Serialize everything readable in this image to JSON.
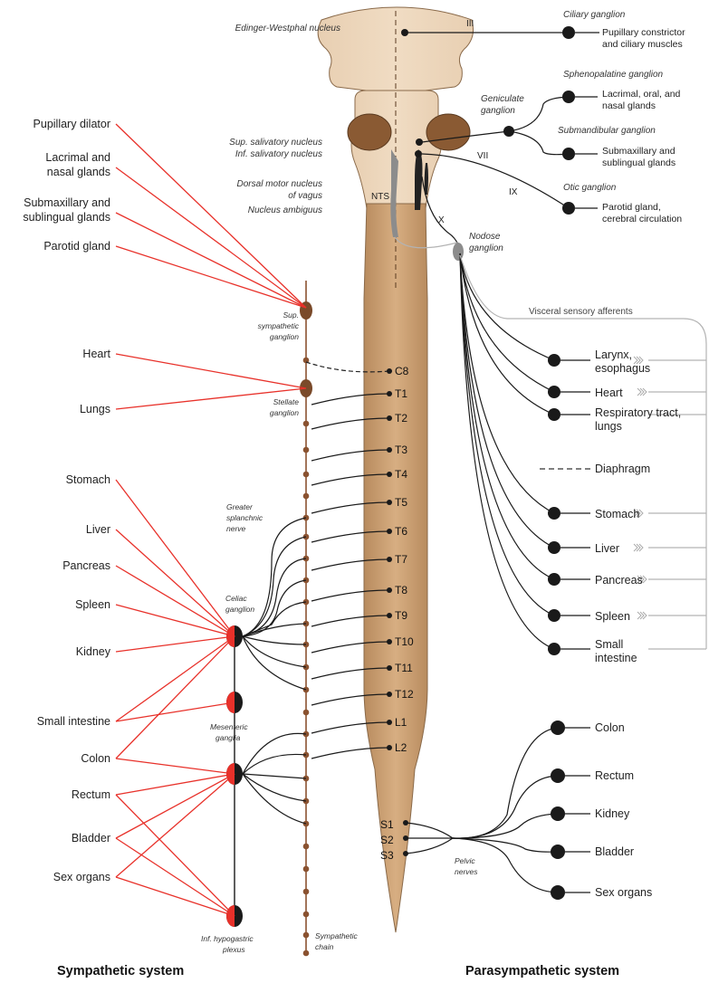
{
  "titles": {
    "sympathetic": "Sympathetic system",
    "parasympathetic": "Parasympathetic system"
  },
  "brainstem_labels": {
    "edinger": "Edinger-Westphal nucleus",
    "sup_salivatory": "Sup. salivatory nucleus",
    "inf_salivatory": "Inf. salivatory nucleus",
    "dorsal_motor_1": "Dorsal motor nucleus",
    "dorsal_motor_2": "of vagus",
    "nucleus_ambiguus": "Nucleus ambiguus",
    "nts": "NTS"
  },
  "cranial_nerves": {
    "III": "III",
    "VII": "VII",
    "IX": "IX",
    "X": "X"
  },
  "cranial_ganglia": {
    "ciliary": "Ciliary ganglion",
    "ciliary_target_1": "Pupillary constrictor",
    "ciliary_target_2": "and ciliary muscles",
    "geniculate_1": "Geniculate",
    "geniculate_2": "ganglion",
    "sphenopalatine": "Sphenopalatine ganglion",
    "spheno_target_1": "Lacrimal, oral, and",
    "spheno_target_2": "nasal glands",
    "submandibular": "Submandibular ganglion",
    "submand_target_1": "Submaxillary and",
    "submand_target_2": "sublingual glands",
    "otic": "Otic ganglion",
    "otic_target_1": "Parotid gland,",
    "otic_target_2": "cerebral circulation",
    "nodose_1": "Nodose",
    "nodose_2": "ganglion"
  },
  "visceral_sensory": "Visceral sensory afferents",
  "vagal_targets": {
    "larynx_1": "Larynx,",
    "larynx_2": "esophagus",
    "heart": "Heart",
    "resp_1": "Respiratory tract,",
    "resp_2": "lungs",
    "diaphragm": "Diaphragm",
    "stomach": "Stomach",
    "liver": "Liver",
    "pancreas": "Pancreas",
    "spleen": "Spleen",
    "small_int_1": "Small",
    "small_int_2": "intestine"
  },
  "pelvic_targets": {
    "colon": "Colon",
    "rectum": "Rectum",
    "kidney": "Kidney",
    "bladder": "Bladder",
    "sex_organs": "Sex organs",
    "pelvic_nerves_1": "Pelvic",
    "pelvic_nerves_2": "nerves"
  },
  "sympathetic_targets": {
    "pupillary_dilator": "Pupillary dilator",
    "lacrimal_1": "Lacrimal and",
    "lacrimal_2": "nasal glands",
    "submax_1": "Submaxillary and",
    "submax_2": "sublingual glands",
    "parotid": "Parotid gland",
    "heart": "Heart",
    "lungs": "Lungs",
    "stomach": "Stomach",
    "liver": "Liver",
    "pancreas": "Pancreas",
    "spleen": "Spleen",
    "kidney": "Kidney",
    "small_intestine": "Small intestine",
    "colon": "Colon",
    "rectum": "Rectum",
    "bladder": "Bladder",
    "sex_organs": "Sex organs"
  },
  "sympathetic_ganglia": {
    "sup_1": "Sup.",
    "sup_2": "sympathetic",
    "sup_3": "ganglion",
    "stellate_1": "Stellate",
    "stellate_2": "ganglion",
    "greater_1": "Greater",
    "greater_2": "splanchnic",
    "greater_3": "nerve",
    "celiac_1": "Celiac",
    "celiac_2": "ganglion",
    "mesenteric_1": "Mesenteric",
    "mesenteric_2": "ganglia",
    "inf_hypo_1": "Inf. hypogastric",
    "inf_hypo_2": "plexus",
    "chain_1": "Sympathetic",
    "chain_2": "chain"
  },
  "segments": {
    "C8": "C8",
    "T1": "T1",
    "T2": "T2",
    "T3": "T3",
    "T4": "T4",
    "T5": "T5",
    "T6": "T6",
    "T7": "T7",
    "T8": "T8",
    "T9": "T9",
    "T10": "T10",
    "T11": "T11",
    "T12": "T12",
    "L1": "L1",
    "L2": "L2",
    "S1": "S1",
    "S2": "S2",
    "S3": "S3"
  },
  "colors": {
    "cord": "#c9a077",
    "cord_light": "#e6cbaa",
    "cerebellum": "#8a5a33",
    "nucleus_gray": "#8c8c8c",
    "sympathetic_red": "#e8312a",
    "ganglion_dark": "#1a1a1a",
    "chain_brown": "#8a5230"
  }
}
